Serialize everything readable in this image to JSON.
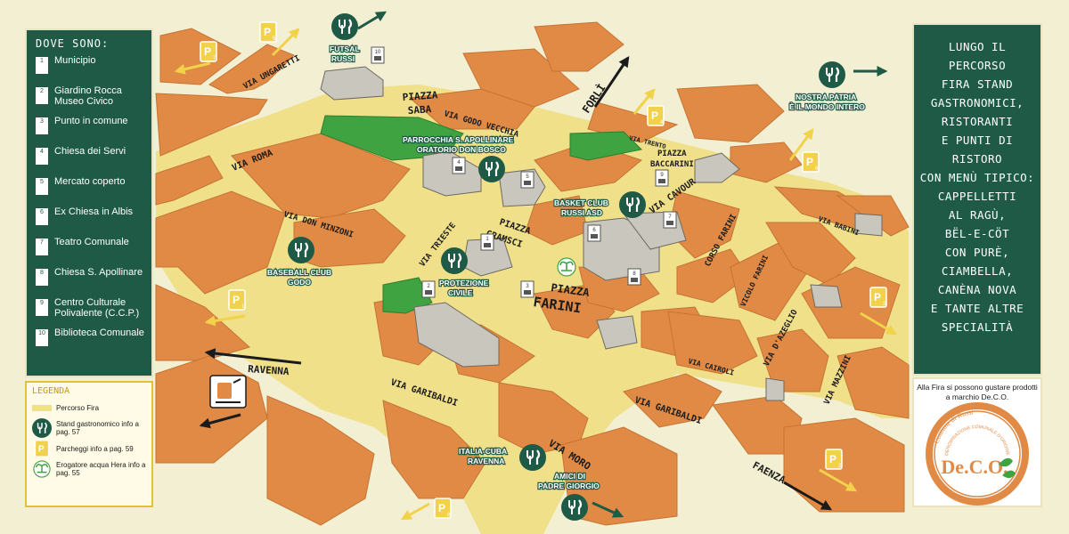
{
  "left_panel": {
    "title": "DOVE SONO:",
    "items": [
      {
        "num": "1",
        "label": "Municipio"
      },
      {
        "num": "2",
        "label": "Giardino Rocca Museo Civico"
      },
      {
        "num": "3",
        "label": "Punto in comune"
      },
      {
        "num": "4",
        "label": "Chiesa dei Servi"
      },
      {
        "num": "5",
        "label": "Mercato coperto"
      },
      {
        "num": "6",
        "label": "Ex Chiesa in Albis"
      },
      {
        "num": "7",
        "label": "Teatro Comunale"
      },
      {
        "num": "8",
        "label": "Chiesa S. Apollinare"
      },
      {
        "num": "9",
        "label": "Centro Culturale Polivalente (C.C.P.)"
      },
      {
        "num": "10",
        "label": "Biblioteca Comunale"
      }
    ]
  },
  "legend": {
    "title": "LEGENDA",
    "items": [
      {
        "label": "Percorso Fira"
      },
      {
        "label": "Stand gastronomico info a pag. 57"
      },
      {
        "label": "Parcheggi info a pag. 59"
      },
      {
        "label": "Erogatore acqua Hera info a pag. 55"
      }
    ]
  },
  "right_panel": {
    "lines": [
      "LUNGO IL PERCORSO",
      "FIRA STAND",
      "GASTRONOMICI,",
      "RISTORANTI",
      "E PUNTI DI RISTORO",
      "CON MENÙ TIPICO:",
      "CAPPELLETTI",
      "AL RAGÙ,",
      "BËL-E-CÖT",
      "CON PURÈ,",
      "CIAMBELLA,",
      "CANÈNA NOVA",
      "E TANTE ALTRE",
      "SPECIALITÀ"
    ]
  },
  "deco": {
    "caption": "Alla Fira si possono gustare prodotti a marchio De.C.O.",
    "comune": "Comune di Russi",
    "denominazione": "DENOMINAZIONE COMUNALE D'ORIGINE",
    "logo": "De.C.O."
  },
  "map": {
    "streets": {
      "via_ungaretti": "VIA UNGARETTI",
      "piazza_saba_1": "PIAZZA",
      "piazza_saba_2": "SABA",
      "via_godo_vecchia": "VIA GODO VECCHIA",
      "via_roma": "VIA ROMA",
      "via_don_minzoni": "VIA DON MINZONI",
      "via_trieste": "VIA TRIESTE",
      "piazza_gramsci_1": "PIAZZA",
      "piazza_gramsci_2": "GRAMSCI",
      "piazza_farini_1": "PIAZZA",
      "piazza_farini_2": "FARINI",
      "via_trento": "VIA TRENTO",
      "piazza_baccarini_1": "PIAZZA",
      "piazza_baccarini_2": "BACCARINI",
      "via_cavour": "VIA CAVOUR",
      "corso_farini": "CORSO FARINI",
      "vicolo_farini": "VICOLO FARINI",
      "via_babini": "VIA BABINI",
      "via_d_azeglio": "VIA D'AZEGLIO",
      "via_cairoli": "VIA CAIROLI",
      "via_mazzini": "VIA MAZZINI",
      "via_garibaldi_1": "VIA GARIBALDI",
      "via_garibaldi_2": "VIA GARIBALDI",
      "via_moro": "VIA MORO"
    },
    "directions": {
      "forli": "FORLÌ",
      "ravenna": "RAVENNA",
      "faenza": "FAENZA"
    },
    "stands": [
      {
        "id": "futsal",
        "label1": "FUTSAL",
        "label2": "RUSSI"
      },
      {
        "id": "nostra",
        "label1": "NOSTRA PATRIA",
        "label2": "È IL MONDO INTERO"
      },
      {
        "id": "parrocchia",
        "label1": "PARROCCHIA S. APOLLINARE",
        "label2": "ORATORIO DON BOSCO"
      },
      {
        "id": "basket",
        "label1": "BASKET CLUB",
        "label2": "RUSSI ASD"
      },
      {
        "id": "baseball",
        "label1": "BASEBALL CLUB",
        "label2": "GODO"
      },
      {
        "id": "protezione",
        "label1": "PROTEZIONE",
        "label2": "CIVILE"
      },
      {
        "id": "italia",
        "label1": "ITALIA-CUBA",
        "label2": "RAVENNA"
      },
      {
        "id": "amici",
        "label1": "AMICI DI",
        "label2": "PADRE GIORGIO"
      }
    ],
    "parking": [
      "P1",
      "P2",
      "P3",
      "P4",
      "P5",
      "P6",
      "P7",
      "P8"
    ],
    "poi_numbers": [
      "1",
      "2",
      "3",
      "4",
      "5",
      "6",
      "7",
      "8",
      "9",
      "10"
    ]
  },
  "colors": {
    "block": "#e08a45",
    "route": "#f0e08a",
    "green": "#1f5a46",
    "park": "#3fa341",
    "parking": "#f1d24a",
    "background": "#f3efd2"
  },
  "icons": {
    "stand": "fork-knife-icon",
    "parking": "parking-p-icon",
    "water": "water-fountain-icon",
    "train": "train-station-icon",
    "poi": "building-icon",
    "direction": "arrow-icon"
  }
}
